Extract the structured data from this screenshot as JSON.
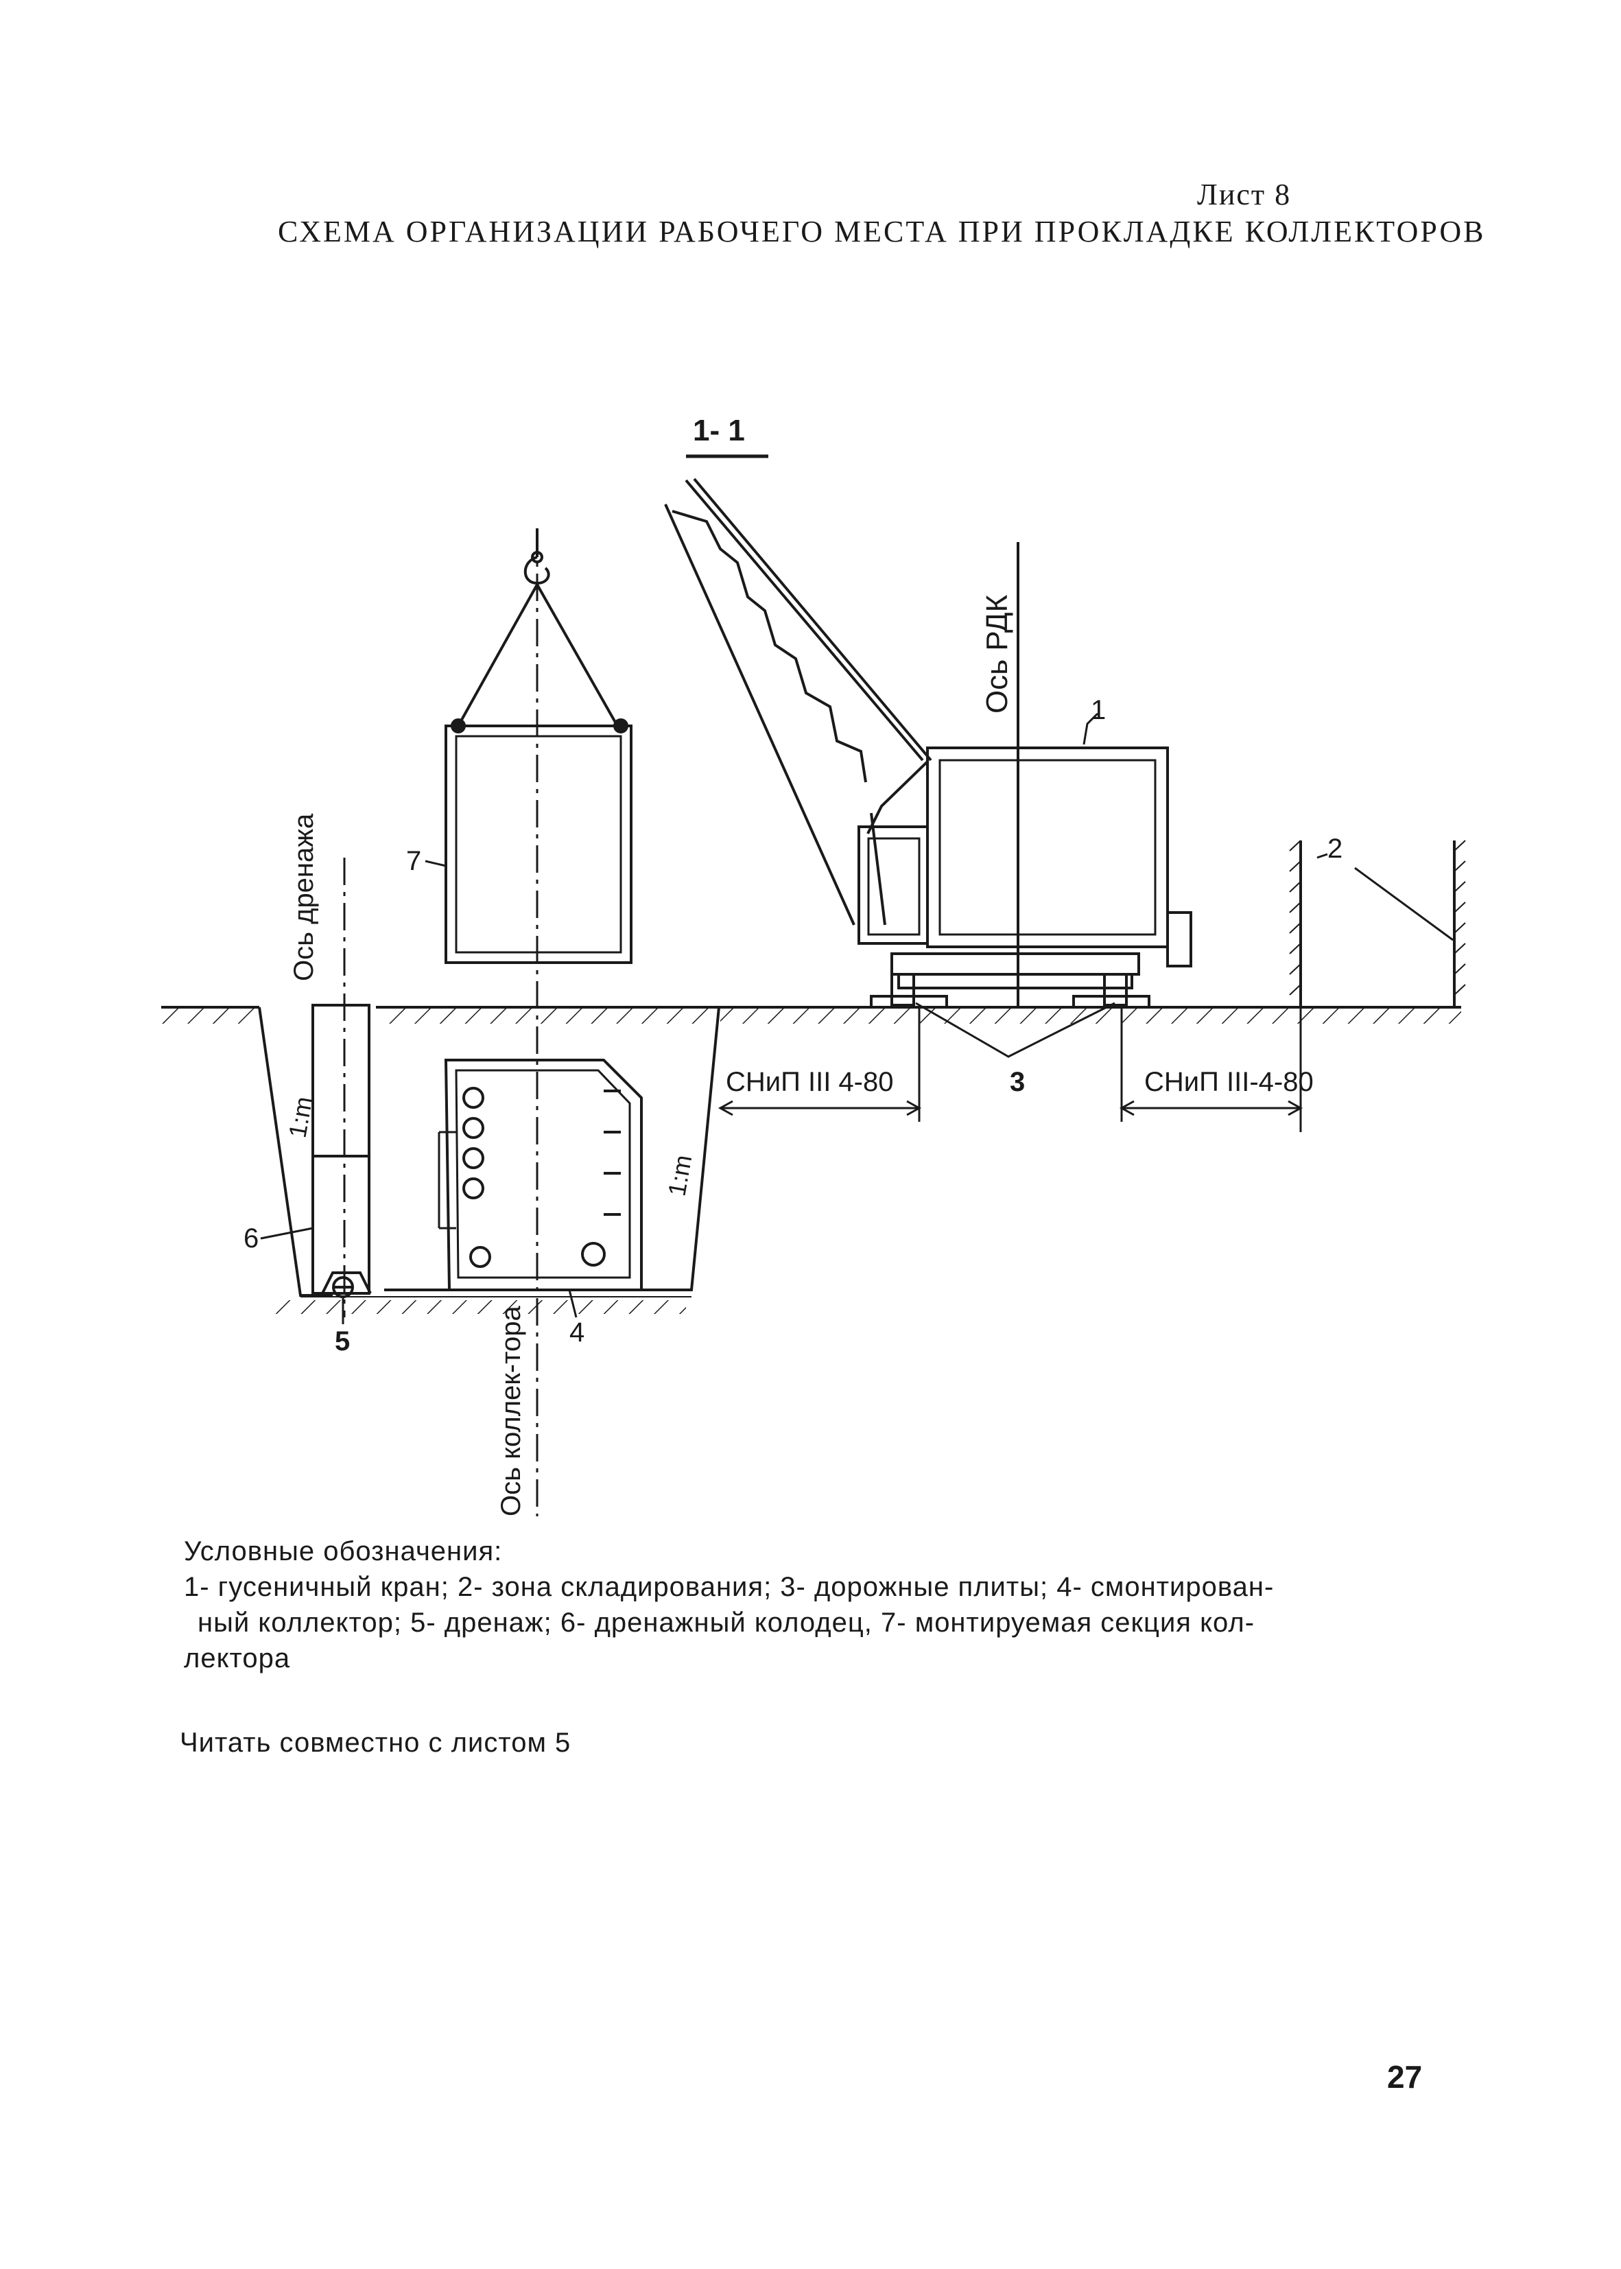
{
  "header": {
    "sheet": "Лист 8",
    "title": "СХЕМА ОРГАНИЗАЦИИ РАБОЧЕГО МЕСТА ПРИ ПРОКЛАДКЕ КОЛЛЕКТОРОВ"
  },
  "diagram": {
    "section_label": "1- 1",
    "axis_rdk": "Ось РДК",
    "axis_drainage": "Ось дренажа",
    "axis_collector": "Ось коллек-тора",
    "dim_left": "СНиП III 4-80",
    "dim_right": "СНиП III-4-80",
    "slope_left": "1:m",
    "slope_right": "1:m",
    "callouts": [
      "1",
      "2",
      "3",
      "4",
      "5",
      "6",
      "7"
    ]
  },
  "legend": {
    "heading": "Условные обозначения:",
    "lines": [
      "1- гусеничный кран; 2- зона складирования; 3- дорожные плиты; 4- смонтирован-",
      "ный коллектор; 5- дренаж; 6- дренажный колодец, 7-  монтируемая секция кол-",
      "лектора"
    ]
  },
  "note": "Читать совместно с листом 5",
  "page_number": "27"
}
